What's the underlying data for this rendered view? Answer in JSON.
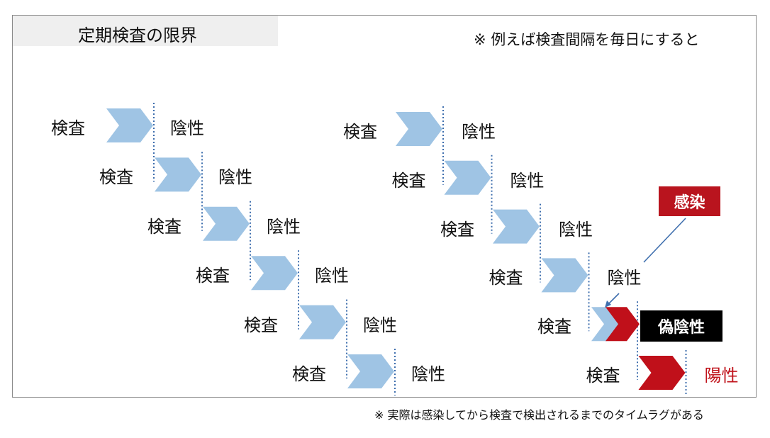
{
  "title": "定期検査の限界",
  "note_top": "※ 例えば検査間隔を毎日にすると",
  "footnote": "※ 実際は感染してから検査で検出されるまでのタイムラグがある",
  "labels": {
    "test": "検査",
    "negative": "陰性",
    "positive": "陽性",
    "infection": "感染",
    "false_negative": "偽陰性"
  },
  "colors": {
    "chevron_blue": "#9fc4e4",
    "chevron_red": "#c0101a",
    "dotted_line": "#3f6fae",
    "infection_badge": "#b9141e",
    "false_negative_badge": "#000000",
    "positive_text": "#c0141c"
  },
  "sequences": [
    {
      "name": "left-sequence",
      "tests": [
        {
          "result": "negative"
        },
        {
          "result": "negative"
        },
        {
          "result": "negative"
        },
        {
          "result": "negative"
        },
        {
          "result": "negative"
        },
        {
          "result": "negative"
        }
      ]
    },
    {
      "name": "right-sequence",
      "tests": [
        {
          "result": "negative"
        },
        {
          "result": "negative"
        },
        {
          "result": "negative"
        },
        {
          "result": "negative"
        },
        {
          "result": "false_negative"
        },
        {
          "result": "positive"
        }
      ]
    }
  ]
}
